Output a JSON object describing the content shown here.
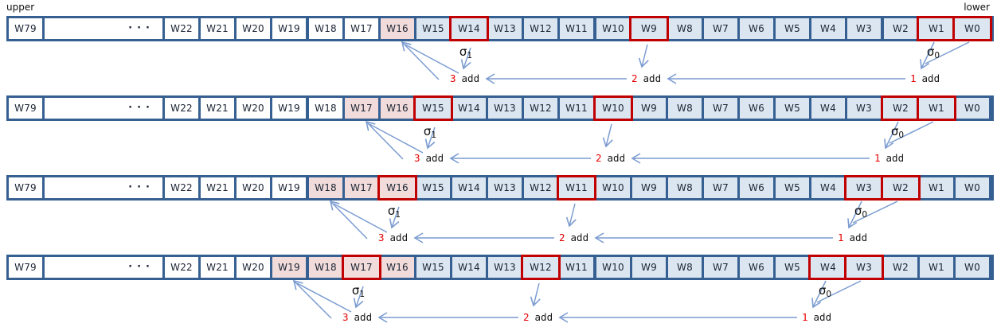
{
  "diagram": {
    "upper_label": "upper",
    "lower_label": "lower",
    "first_cell": "W79",
    "ellipsis": "···",
    "indexed_cells_start": 22,
    "indexed_cells_end": 0,
    "sigma_base": "σ",
    "sigma1_sub": "1",
    "sigma0_sub": "0"
  },
  "colors": {
    "band_border": "#376092",
    "cell_blue": "#dce6f1",
    "cell_pink": "#f2dcdb",
    "cell_white": "#ffffff",
    "red_border": "#c00000",
    "arrow": "#7b9cd1",
    "add_number": "#e60000",
    "cell_text": "#1a2433",
    "label_text": "#161616"
  },
  "steps": [
    {
      "target": "W16",
      "pink_cells": [
        "W16"
      ],
      "sigma1_cell": "W14",
      "add2_cell": "W9",
      "sigma0_cell": "W1",
      "carry_cell": "W0",
      "add_labels": [
        {
          "num": "3",
          "word": "add"
        },
        {
          "num": "2",
          "word": "add"
        },
        {
          "num": "1",
          "word": "add"
        }
      ]
    },
    {
      "target": "W17",
      "pink_cells": [
        "W17",
        "W16"
      ],
      "sigma1_cell": "W15",
      "add2_cell": "W10",
      "sigma0_cell": "W2",
      "carry_cell": "W1",
      "add_labels": [
        {
          "num": "3",
          "word": "add"
        },
        {
          "num": "2",
          "word": "add"
        },
        {
          "num": "1",
          "word": "add"
        }
      ]
    },
    {
      "target": "W18",
      "pink_cells": [
        "W18",
        "W17",
        "W16"
      ],
      "sigma1_cell": "W16",
      "add2_cell": "W11",
      "sigma0_cell": "W3",
      "carry_cell": "W2",
      "add_labels": [
        {
          "num": "3",
          "word": "add"
        },
        {
          "num": "2",
          "word": "add"
        },
        {
          "num": "1",
          "word": "add"
        }
      ]
    },
    {
      "target": "W19",
      "pink_cells": [
        "W19",
        "W18",
        "W17",
        "W16"
      ],
      "sigma1_cell": "W17",
      "add2_cell": "W12",
      "sigma0_cell": "W4",
      "carry_cell": "W3",
      "add_labels": [
        {
          "num": "3",
          "word": "add"
        },
        {
          "num": "2",
          "word": "add"
        },
        {
          "num": "1",
          "word": "add"
        }
      ]
    }
  ]
}
